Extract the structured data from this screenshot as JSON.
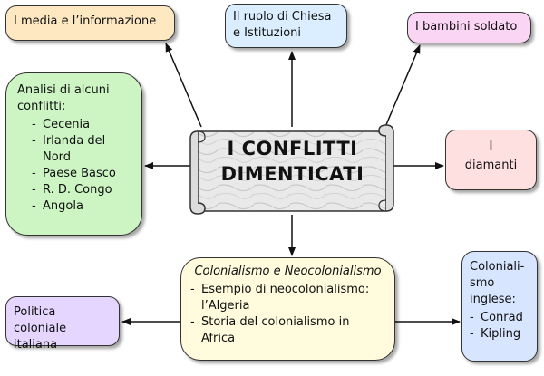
{
  "center": {
    "title_line1": "I CONFLITTI",
    "title_line2": "DIMENTICATI"
  },
  "media": {
    "label": "I  media e l’informazione"
  },
  "chiesa": {
    "line1": "Il ruolo di Chiesa",
    "line2": "e Istituzioni"
  },
  "bambini": {
    "label": "I bambini soldato"
  },
  "analisi": {
    "heading_line1": "Analisi di alcuni",
    "heading_line2": "conflitti:",
    "items": [
      "Cecenia",
      "Irlanda del",
      "Nord",
      "Paese Basco",
      "R. D. Congo",
      "Angola"
    ]
  },
  "diamanti": {
    "line1": "I",
    "line2": "diamanti"
  },
  "colonialismo": {
    "title": "Colonialismo e Neocolonialismo",
    "items": [
      "Esempio di neocolonialismo:",
      "l’Algeria",
      "Storia del colonialismo in",
      "Africa"
    ]
  },
  "politica": {
    "line1": "Politica coloniale",
    "line2": "italiana"
  },
  "inglese": {
    "lines": [
      "Coloniali-",
      "smo",
      "inglese:"
    ],
    "items": [
      "Conrad",
      "Kipling"
    ]
  },
  "colors": {
    "media": "#fde8c2",
    "chiesa": "#dbeeff",
    "bambini": "#fbd5f4",
    "analisi": "#ccf5c3",
    "diamanti": "#ffe0e0",
    "colonialismo": "#fffbdc",
    "politica": "#e5d6ff",
    "inglese": "#d7e5ff",
    "scroll": "#e6e6e6",
    "arrow": "#111111"
  }
}
